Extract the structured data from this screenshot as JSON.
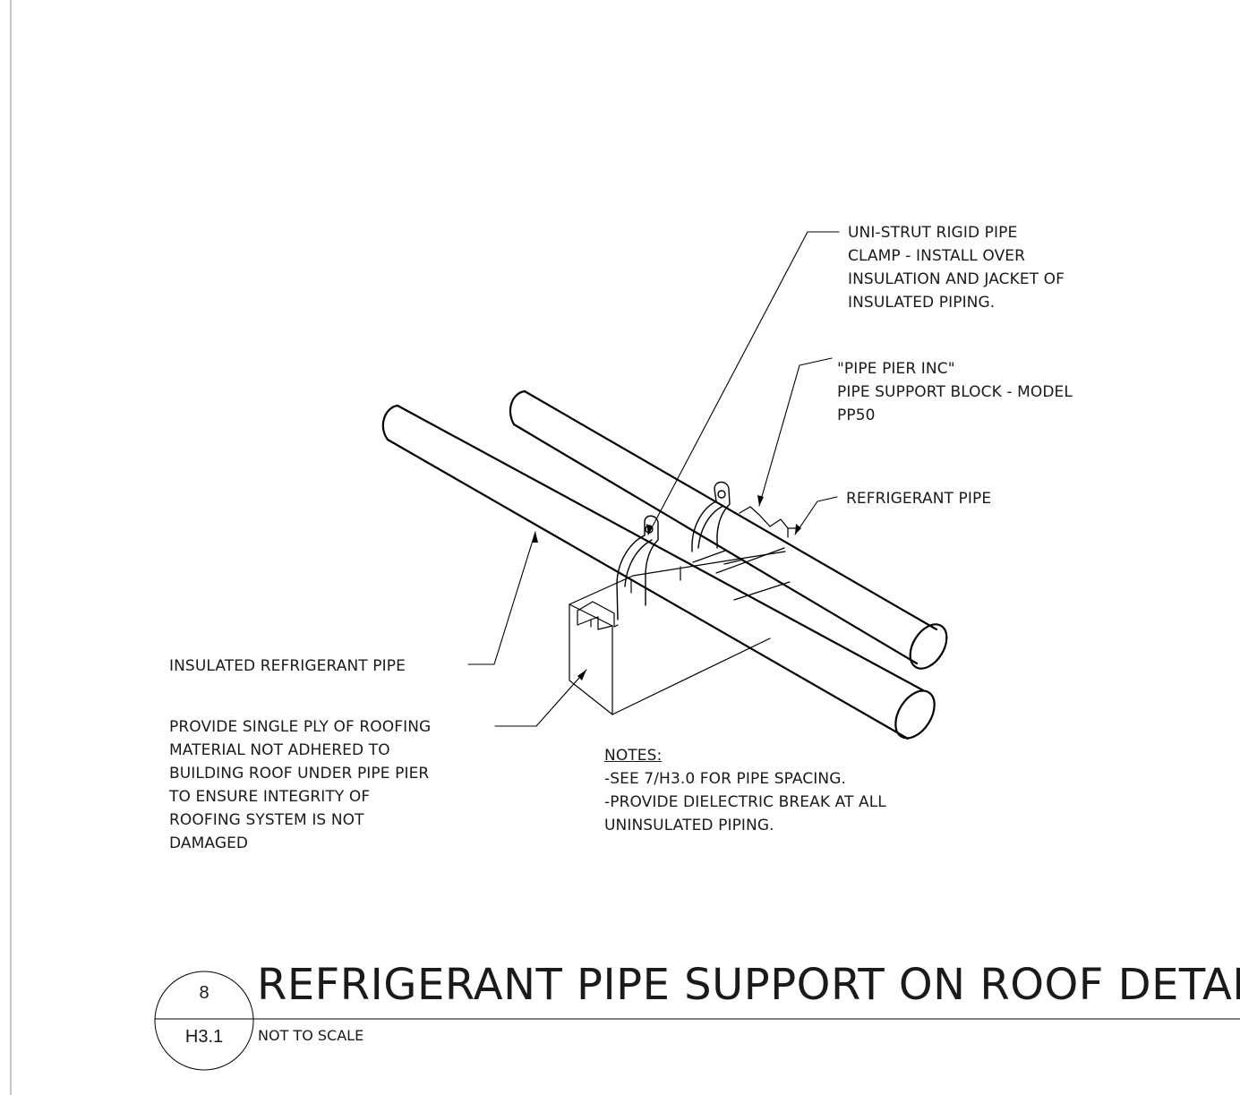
{
  "drawing": {
    "title": "REFRIGERANT PIPE SUPPORT ON ROOF DETAIL",
    "subtitle": "NOT TO SCALE",
    "detail_number": "8",
    "sheet_number": "H3.1"
  },
  "callouts": {
    "clamp": [
      "UNI-STRUT RIGID PIPE",
      "CLAMP - INSTALL OVER",
      "INSULATION AND JACKET OF",
      "INSULATED PIPING."
    ],
    "support_block": [
      "\"PIPE PIER INC\"",
      "PIPE SUPPORT BLOCK - MODEL",
      "PP50"
    ],
    "refrigerant_pipe": [
      "REFRIGERANT PIPE"
    ],
    "insulated_pipe": [
      "INSULATED REFRIGERANT PIPE"
    ],
    "roofing": [
      "PROVIDE SINGLE PLY OF ROOFING",
      "MATERIAL NOT ADHERED TO",
      "BUILDING ROOF UNDER PIPE PIER",
      "TO ENSURE INTEGRITY OF",
      "ROOFING SYSTEM IS NOT",
      "DAMAGED"
    ]
  },
  "notes": {
    "heading": "NOTES:",
    "lines": [
      "-SEE 7/H3.0 FOR PIPE SPACING.",
      "-PROVIDE DIELECTRIC BREAK AT ALL",
      "UNINSULATED PIPING."
    ]
  }
}
